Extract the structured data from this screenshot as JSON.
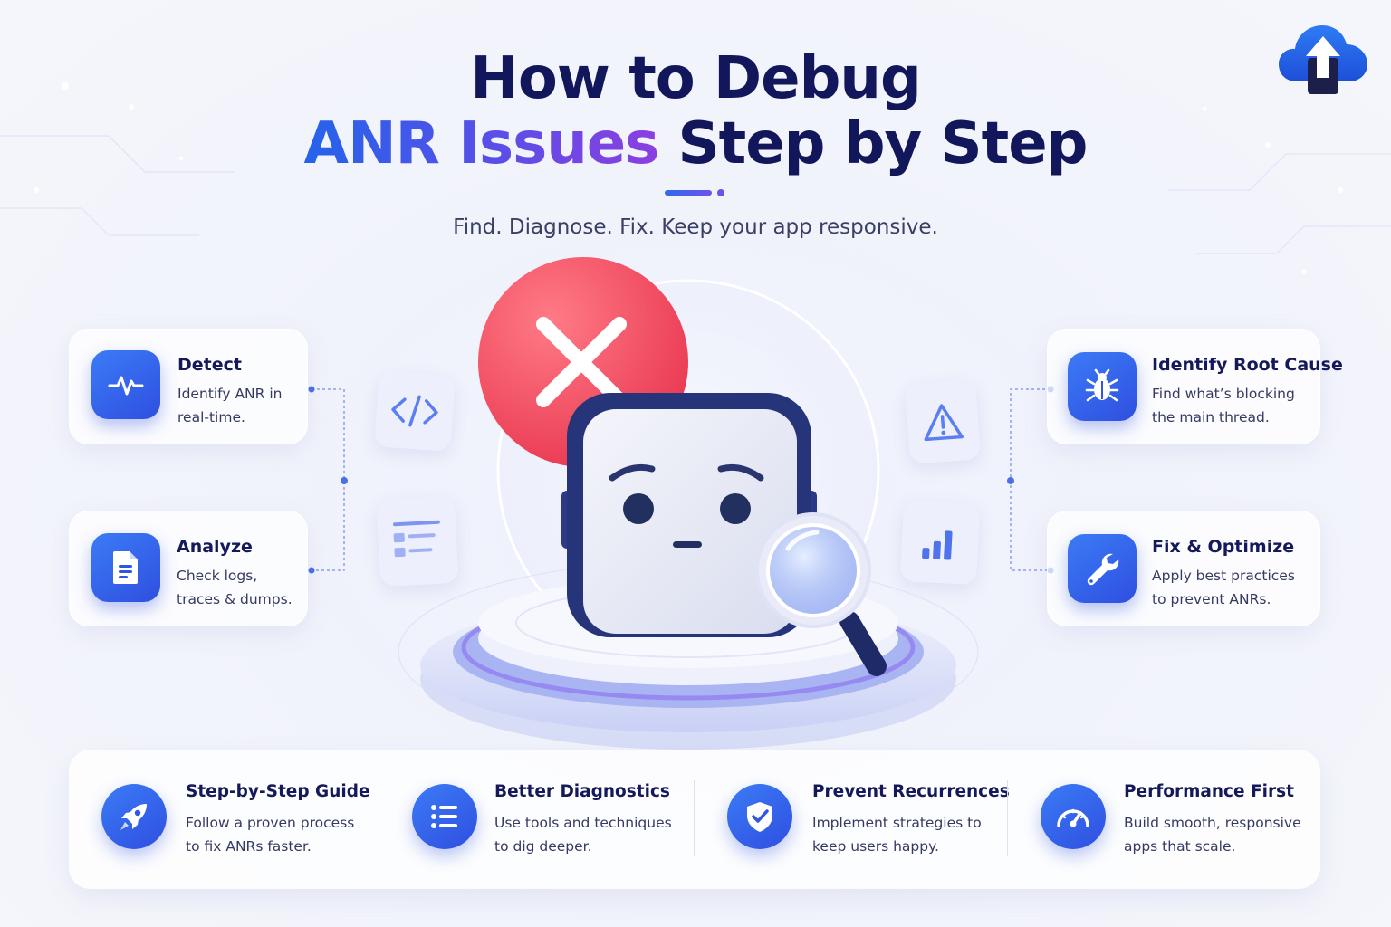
{
  "header": {
    "title_line1": "How to Debug",
    "title_line2_accent": "ANR Issues",
    "title_line2_rest": "Step by Step",
    "subtitle": "Find. Diagnose. Fix. Keep your app responsive."
  },
  "steps_left": [
    {
      "title": "Detect",
      "desc": "Identify ANR in real-time.",
      "icon": "pulse-icon"
    },
    {
      "title": "Analyze",
      "desc": "Check logs, traces & dumps.",
      "icon": "document-icon"
    }
  ],
  "steps_right": [
    {
      "title": "Identify Root Cause",
      "desc": "Find what’s blocking the main thread.",
      "icon": "bug-icon"
    },
    {
      "title": "Fix & Optimize",
      "desc": "Apply best practices to prevent ANRs.",
      "icon": "wrench-icon"
    }
  ],
  "benefits": [
    {
      "title": "Step-by-Step Guide",
      "desc": "Follow a proven process to fix ANRs faster.",
      "icon": "rocket-icon"
    },
    {
      "title": "Better Diagnostics",
      "desc": "Use tools and techniques to dig deeper.",
      "icon": "list-icon"
    },
    {
      "title": "Prevent Recurrences",
      "desc": "Implement strategies to keep users happy.",
      "icon": "shield-icon"
    },
    {
      "title": "Performance First",
      "desc": "Build smooth, responsive apps that scale.",
      "icon": "speedometer-icon"
    }
  ],
  "colors": {
    "primary_blue": "#2f5fe8",
    "title_dark": "#12165a",
    "error_red": "#f0465e",
    "accent_purple": "#7b4be0"
  }
}
